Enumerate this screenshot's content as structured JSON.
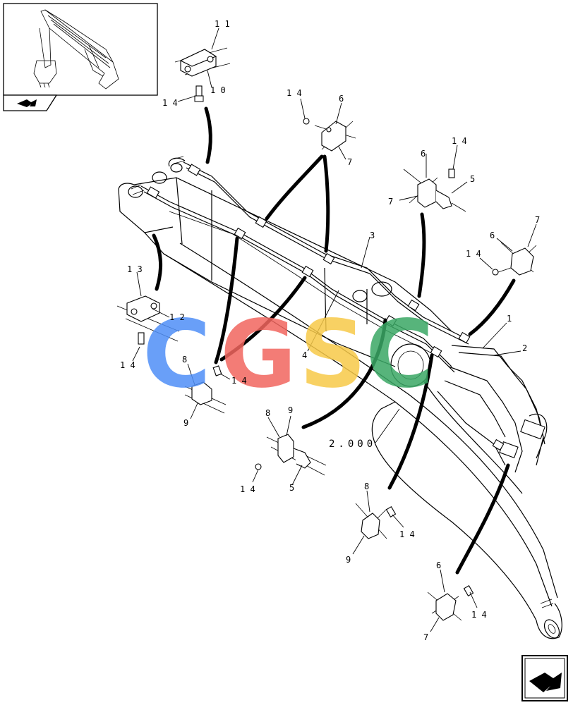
{
  "reference_label": "2.000",
  "callouts": [
    {
      "id": "c11",
      "text": "1 1"
    },
    {
      "id": "c10",
      "text": "1 0"
    },
    {
      "id": "c14a",
      "text": "1 4"
    },
    {
      "id": "c14b",
      "text": "1 4"
    },
    {
      "id": "c6a",
      "text": "6"
    },
    {
      "id": "c7a",
      "text": "7"
    },
    {
      "id": "c6b",
      "text": "6"
    },
    {
      "id": "c14c",
      "text": "1 4"
    },
    {
      "id": "c5a",
      "text": "5"
    },
    {
      "id": "c7b",
      "text": "7"
    },
    {
      "id": "c7c",
      "text": "7"
    },
    {
      "id": "c6c",
      "text": "6"
    },
    {
      "id": "c14d",
      "text": "1 4"
    },
    {
      "id": "c3",
      "text": "3"
    },
    {
      "id": "c13",
      "text": "1 3"
    },
    {
      "id": "c12",
      "text": "1 2"
    },
    {
      "id": "c14e",
      "text": "1 4"
    },
    {
      "id": "c8a",
      "text": "8"
    },
    {
      "id": "c14f",
      "text": "1 4"
    },
    {
      "id": "c9a",
      "text": "9"
    },
    {
      "id": "c4",
      "text": "4"
    },
    {
      "id": "c1",
      "text": "1"
    },
    {
      "id": "c2",
      "text": "2"
    },
    {
      "id": "c8b",
      "text": "8"
    },
    {
      "id": "c9b",
      "text": "9"
    },
    {
      "id": "c14g",
      "text": "1 4"
    },
    {
      "id": "c5b",
      "text": "5"
    },
    {
      "id": "c8c",
      "text": "8"
    },
    {
      "id": "c14h",
      "text": "1 4"
    },
    {
      "id": "c9c",
      "text": "9"
    },
    {
      "id": "c6d",
      "text": "6"
    },
    {
      "id": "c14i",
      "text": "1 4"
    },
    {
      "id": "c7d",
      "text": "7"
    }
  ],
  "watermark": {
    "letters": [
      "C",
      "G",
      "S",
      "C"
    ],
    "colors": [
      "#4f8ff7",
      "#f2665f",
      "#f7c948",
      "#3aa865"
    ]
  },
  "icons": {
    "thumbnail": "excavator-arm-thumbnail",
    "nav_small": "navigate-arrow-icon",
    "nav_large": "next-page-arrow-icon"
  }
}
